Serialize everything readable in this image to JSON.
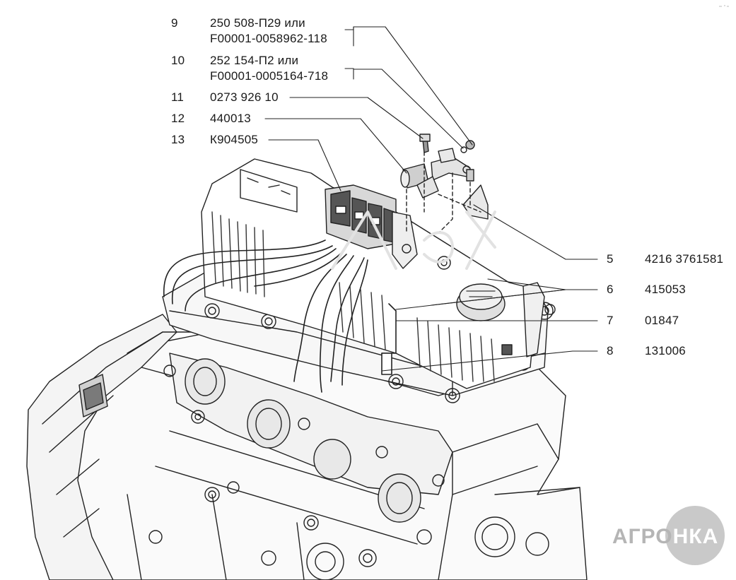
{
  "colors": {
    "line": "#222222",
    "shade": "#9a9a9a",
    "light": "#e6e6e6",
    "logo_grey": "#c9c9c9"
  },
  "callouts": [
    {
      "id": "c9",
      "number": "9",
      "lines": [
        "250 508-П29 или",
        "F00001-0058962-118"
      ]
    },
    {
      "id": "c10",
      "number": "10",
      "lines": [
        "252 154-П2 или",
        "F00001-0005164-718"
      ]
    },
    {
      "id": "c11",
      "number": "11",
      "lines": [
        "0273 926 10"
      ]
    },
    {
      "id": "c12",
      "number": "12",
      "lines": [
        "440013"
      ]
    },
    {
      "id": "c13",
      "number": "13",
      "lines": [
        "К904505"
      ]
    },
    {
      "id": "c5",
      "number": "5",
      "lines": [
        "4216 3761581"
      ]
    },
    {
      "id": "c6",
      "number": "6",
      "lines": [
        "415053"
      ]
    },
    {
      "id": "c7",
      "number": "7",
      "lines": [
        "01847"
      ]
    },
    {
      "id": "c8",
      "number": "8",
      "lines": [
        "131006"
      ]
    }
  ],
  "logo": {
    "text_left": "АГРО",
    "text_inner": "НКА",
    "icon": "agronka-logo"
  }
}
